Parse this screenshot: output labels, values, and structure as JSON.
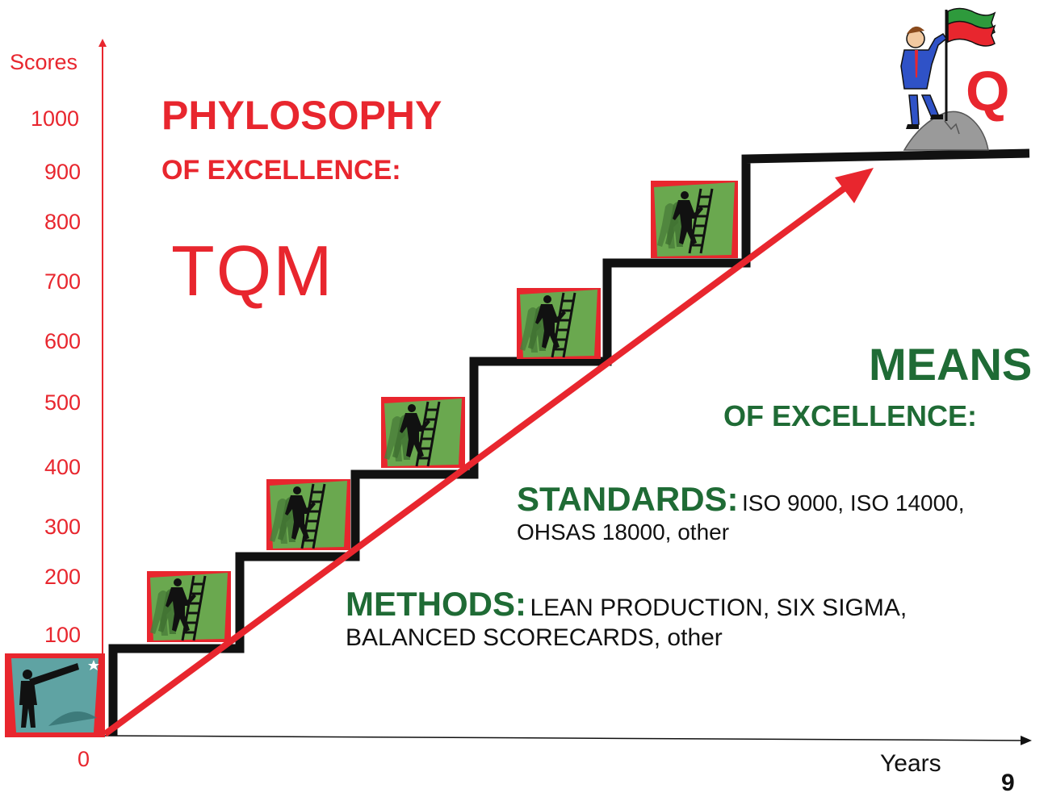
{
  "axis": {
    "y_label": "Scores",
    "x_label": "Years",
    "origin_label": "0",
    "y_ticks": [
      "1000",
      "900",
      "800",
      "700",
      "600",
      "500",
      "400",
      "300",
      "200",
      "100"
    ]
  },
  "philosophy": {
    "title": "PHYLOSOPHY",
    "subtitle": "OF EXCELLENCE:",
    "name": "TQM"
  },
  "means": {
    "title": "MEANS",
    "subtitle": "OF EXCELLENCE:"
  },
  "standards": {
    "label": "STANDARDS:",
    "items_line1": "ISO 9000, ISO 14000,",
    "items_line2": "OHSAS 18000, other"
  },
  "methods": {
    "label": "METHODS:",
    "items_line1": "LEAN PRODUCTION, SIX SIGMA,",
    "items_line2": "BALANCED SCORECARDS, other"
  },
  "summit_letter": "Q",
  "page_number": "9",
  "colors": {
    "accent_red": "#e8262e",
    "accent_green": "#1f6b35",
    "stairs": "#111111",
    "card_green": "#6aa84f",
    "card_teal": "#5fa3a3"
  },
  "icons": {
    "start_card": "person-with-telescope-icon",
    "step_card": "person-climbing-ladder-icon",
    "summit": "businessman-with-flag-on-peak-icon"
  }
}
